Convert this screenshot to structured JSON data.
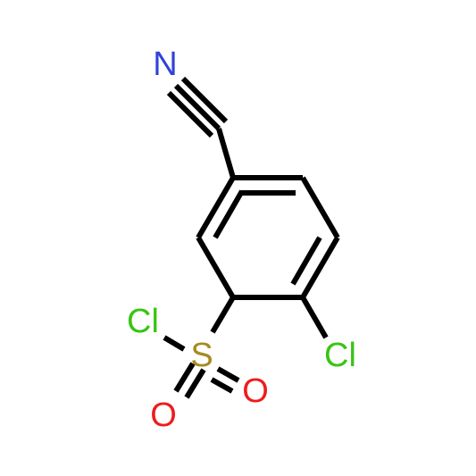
{
  "molecule": {
    "atoms": [
      {
        "id": "N1",
        "symbol": "N",
        "color": "#2f43d9"
      },
      {
        "id": "Cl1",
        "symbol": "Cl",
        "color": "#38c414"
      },
      {
        "id": "S1",
        "symbol": "S",
        "color": "#a58b1f"
      },
      {
        "id": "Cl2",
        "symbol": "Cl",
        "color": "#38c414"
      },
      {
        "id": "O1",
        "symbol": "O",
        "color": "#ee1c1c"
      },
      {
        "id": "O2",
        "symbol": "O",
        "color": "#ee1c1c"
      }
    ],
    "bond_color": "#000000"
  }
}
